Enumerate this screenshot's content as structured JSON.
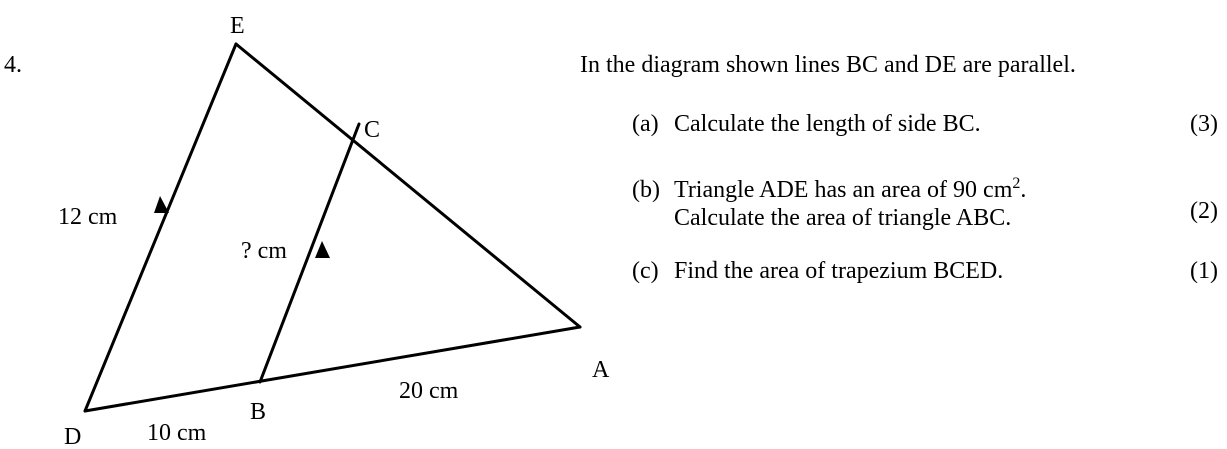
{
  "question": {
    "number": "4.",
    "intro": "In the diagram shown lines BC and DE are parallel.",
    "parts": [
      {
        "letter": "(a)",
        "text": "Calculate the length of side BC.",
        "marks": "(3)"
      },
      {
        "letter": "(b)",
        "line1": "Triangle ADE has an area of 90 cm",
        "sup": "2",
        "line1_end": ".",
        "line2": "Calculate the area of triangle ABC.",
        "marks": "(2)"
      },
      {
        "letter": "(c)",
        "text": "Find the area of trapezium BCED.",
        "marks": "(1)"
      }
    ]
  },
  "diagram": {
    "vertices": {
      "E": "E",
      "C": "C",
      "A": "A",
      "B": "B",
      "D": "D"
    },
    "lengths": {
      "DE": "12 cm",
      "BC": "? cm",
      "DB": "10 cm",
      "BA": "20 cm"
    }
  }
}
